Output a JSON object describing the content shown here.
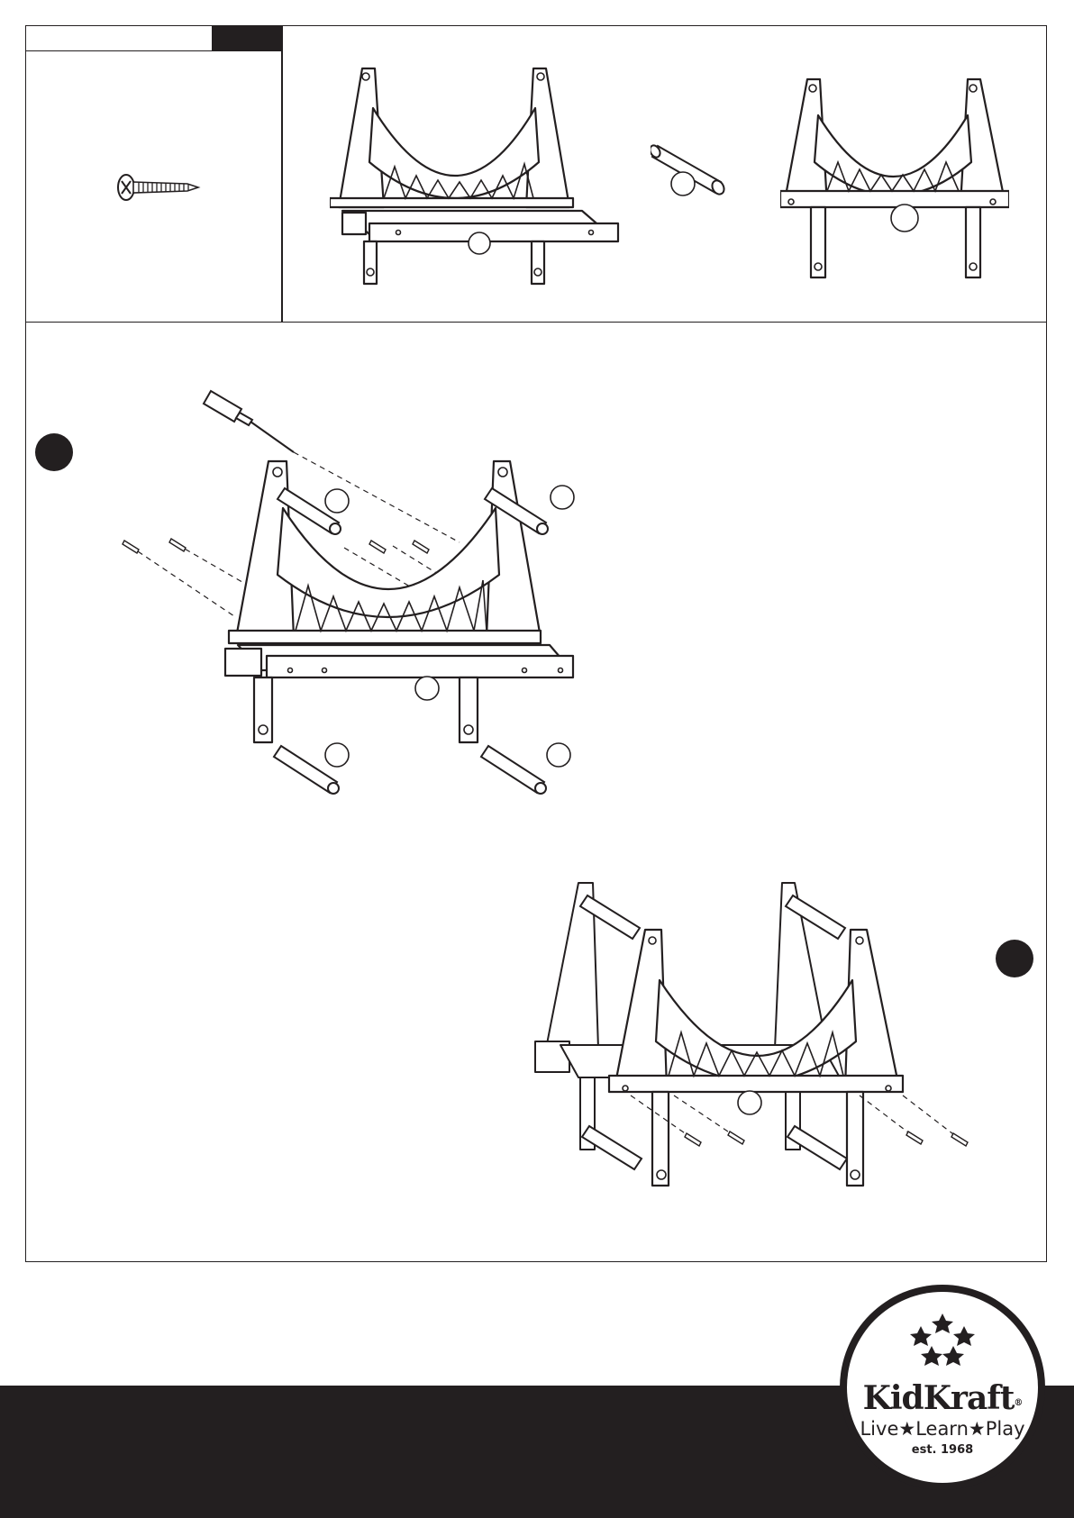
{
  "logo": {
    "brand": "KidKraft",
    "registered": "®",
    "tagline": "Live★Learn★Play",
    "established": "est. 1968"
  },
  "icons": {
    "screw": "screw-icon",
    "screwdriver": "screwdriver-icon",
    "dowel": "dowel-icon",
    "bridge": "bridge-part-icon"
  },
  "colors": {
    "ink": "#231f20",
    "paper": "#ffffff"
  }
}
